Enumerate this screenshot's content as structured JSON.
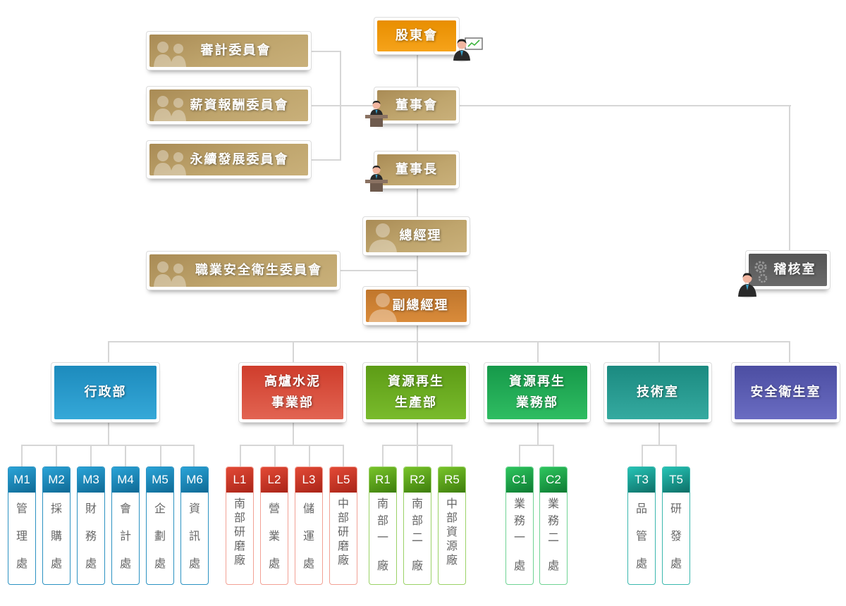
{
  "top": {
    "shareholders": "股東會",
    "board": "董事會",
    "chairman": "董事長",
    "president": "總經理",
    "vice_president": "副總經理",
    "audit_office": "稽核室"
  },
  "committees": {
    "audit": "審計委員會",
    "compensation": "薪資報酬委員會",
    "sustainability": "永續發展委員會",
    "occupational_safety": "職業安全衛生委員會"
  },
  "departments": [
    {
      "name_line1": "行政部",
      "name_line2": ""
    },
    {
      "name_line1": "高爐水泥",
      "name_line2": "事業部"
    },
    {
      "name_line1": "資源再生",
      "name_line2": "生產部"
    },
    {
      "name_line1": "資源再生",
      "name_line2": "業務部"
    },
    {
      "name_line1": "技術室",
      "name_line2": ""
    },
    {
      "name_line1": "安全衛生室",
      "name_line2": ""
    }
  ],
  "units": {
    "admin": [
      {
        "code": "M1",
        "name": [
          "管",
          "理",
          "處"
        ]
      },
      {
        "code": "M2",
        "name": [
          "採",
          "購",
          "處"
        ]
      },
      {
        "code": "M3",
        "name": [
          "財",
          "務",
          "處"
        ]
      },
      {
        "code": "M4",
        "name": [
          "會",
          "計",
          "處"
        ]
      },
      {
        "code": "M5",
        "name": [
          "企",
          "劃",
          "處"
        ]
      },
      {
        "code": "M6",
        "name": [
          "資",
          "訊",
          "處"
        ]
      }
    ],
    "cement": [
      {
        "code": "L1",
        "name": [
          "南",
          "部",
          "研",
          "磨",
          "廠"
        ]
      },
      {
        "code": "L2",
        "name": [
          "營",
          "業",
          "處"
        ]
      },
      {
        "code": "L3",
        "name": [
          "儲",
          "運",
          "處"
        ]
      },
      {
        "code": "L5",
        "name": [
          "中",
          "部",
          "研",
          "磨",
          "廠"
        ]
      }
    ],
    "recycling_production": [
      {
        "code": "R1",
        "name": [
          "南",
          "部",
          "一",
          "廠"
        ]
      },
      {
        "code": "R2",
        "name": [
          "南",
          "部",
          "二",
          "廠"
        ]
      },
      {
        "code": "R5",
        "name": [
          "中",
          "部",
          "資",
          "源",
          "廠"
        ]
      }
    ],
    "recycling_sales": [
      {
        "code": "C1",
        "name": [
          "業",
          "務",
          "一",
          "處"
        ]
      },
      {
        "code": "C2",
        "name": [
          "業",
          "務",
          "二",
          "處"
        ]
      }
    ],
    "technology": [
      {
        "code": "T3",
        "name": [
          "品",
          "管",
          "處"
        ]
      },
      {
        "code": "T5",
        "name": [
          "研",
          "發",
          "處"
        ]
      }
    ]
  },
  "colors": {
    "gold": "#b59a62",
    "orange": "#f29a0c",
    "amber": "#cf8233",
    "grey": "#5f5f5f",
    "blue": "#2a9bcd",
    "red": "#d84c3b",
    "lime": "#6aac22",
    "green": "#22ab55",
    "teal": "#279a90",
    "purple": "#5a5cb2",
    "connector": "#d6d6d6"
  }
}
